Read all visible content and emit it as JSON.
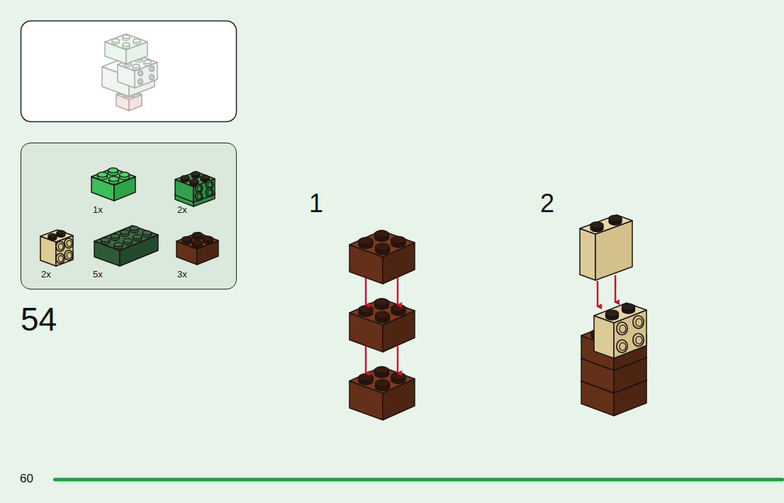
{
  "diagram": {
    "nodes": [
      {
        "text": [
          "1x",
          "2x",
          "2x",
          "5x",
          "3x"
        ]
      }
    ],
    "labels": [
      "54",
      "1",
      "2",
      "60"
    ]
  }
}
